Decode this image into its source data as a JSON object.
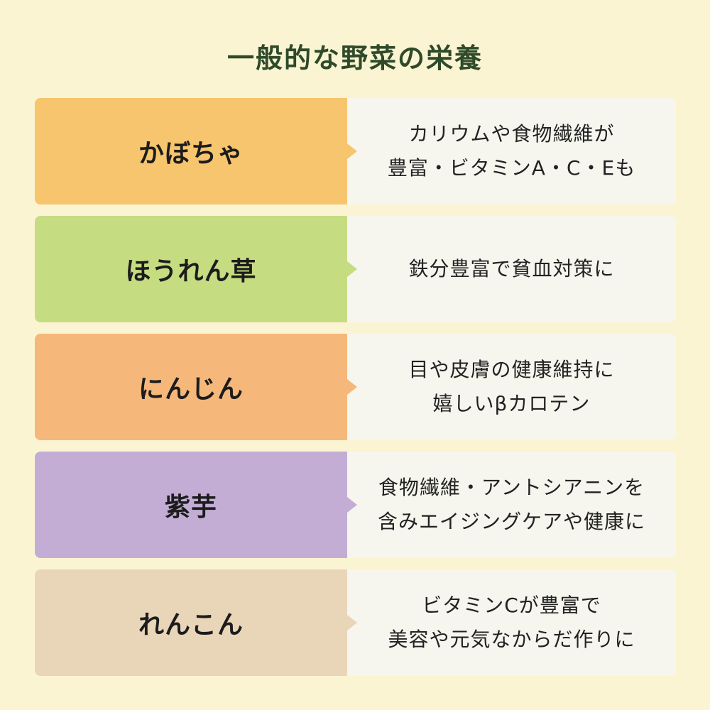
{
  "title": "一般的な野菜の栄養",
  "rows": [
    {
      "name": "かぼちゃ",
      "color": "#f7c56d",
      "desc": [
        "カリウムや食物繊維が",
        "豊富・ビタミンA・C・Eも"
      ]
    },
    {
      "name": "ほうれん草",
      "color": "#c6dc81",
      "desc": [
        "鉄分豊富で貧血対策に"
      ]
    },
    {
      "name": "にんじん",
      "color": "#f5b87a",
      "desc": [
        "目や皮膚の健康維持に",
        "嬉しいβカロテン"
      ]
    },
    {
      "name": "紫芋",
      "color": "#c3add5",
      "desc": [
        "食物繊維・アントシアニンを",
        "含みエイジングケアや健康に"
      ]
    },
    {
      "name": "れんこん",
      "color": "#e9d6b9",
      "desc": [
        "ビタミンCが豊富で",
        "美容や元気なからだ作りに"
      ]
    }
  ]
}
